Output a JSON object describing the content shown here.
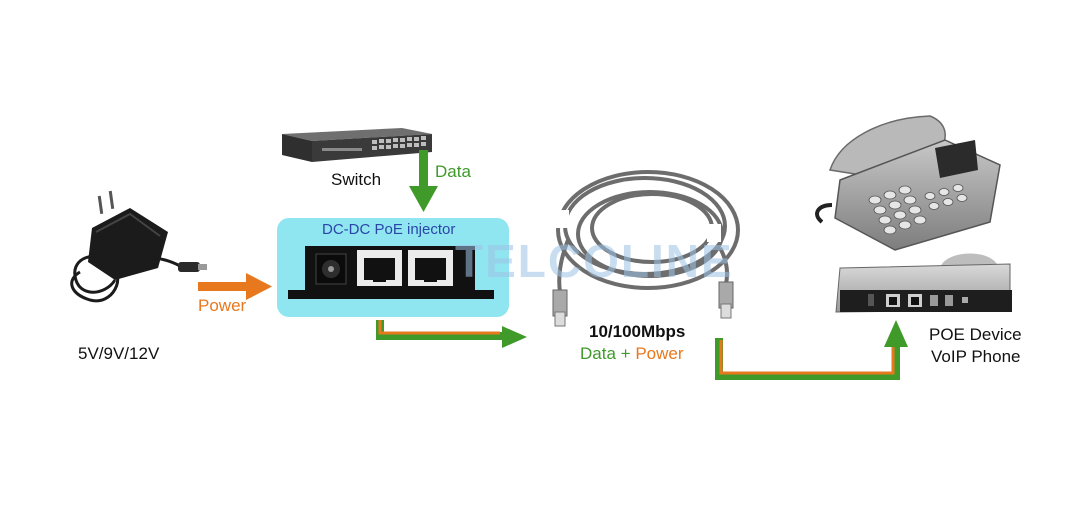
{
  "labels": {
    "switch": "Switch",
    "data_arrow": "Data",
    "injector_title": "DC-DC PoE injector",
    "power_arrow": "Power",
    "adapter_voltage": "5V/9V/12V",
    "cable_speed": "10/100Mbps",
    "cable_data": "Data",
    "cable_plus": "+",
    "cable_power": "Power",
    "device_line1": "POE Device",
    "device_line2": "VoIP Phone"
  },
  "watermark": "TELCOLINE",
  "colors": {
    "data": "#3f9a2a",
    "power": "#e8781e",
    "injector_panel": "#8fe6f0",
    "injector_title": "#2a46a8",
    "watermark": "#9ec3e6"
  },
  "icons": [
    "switch-device",
    "power-adapter",
    "poe-injector",
    "ethernet-cable",
    "voip-phone"
  ]
}
